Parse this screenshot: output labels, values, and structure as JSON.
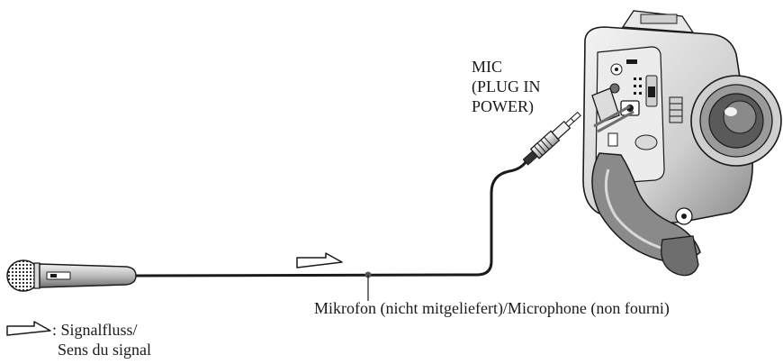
{
  "labels": {
    "jack_line1": "MIC",
    "jack_line2": "(PLUG IN",
    "jack_line3": "POWER)",
    "microphone": "Mikrofon (nicht mitgeliefert)/Microphone (non fourni)",
    "legend_line1": ": Signalfluss/",
    "legend_line2": "Sens du signal"
  },
  "colors": {
    "ink": "#1a1a1a",
    "camera_body": "#d9d9d9",
    "camera_dark": "#6e6e6e",
    "cable": "#1a1a1a"
  },
  "icons": {
    "signal_arrow": "hollow-right-arrow",
    "camera": "camcorder",
    "microphone": "handheld-microphone"
  }
}
